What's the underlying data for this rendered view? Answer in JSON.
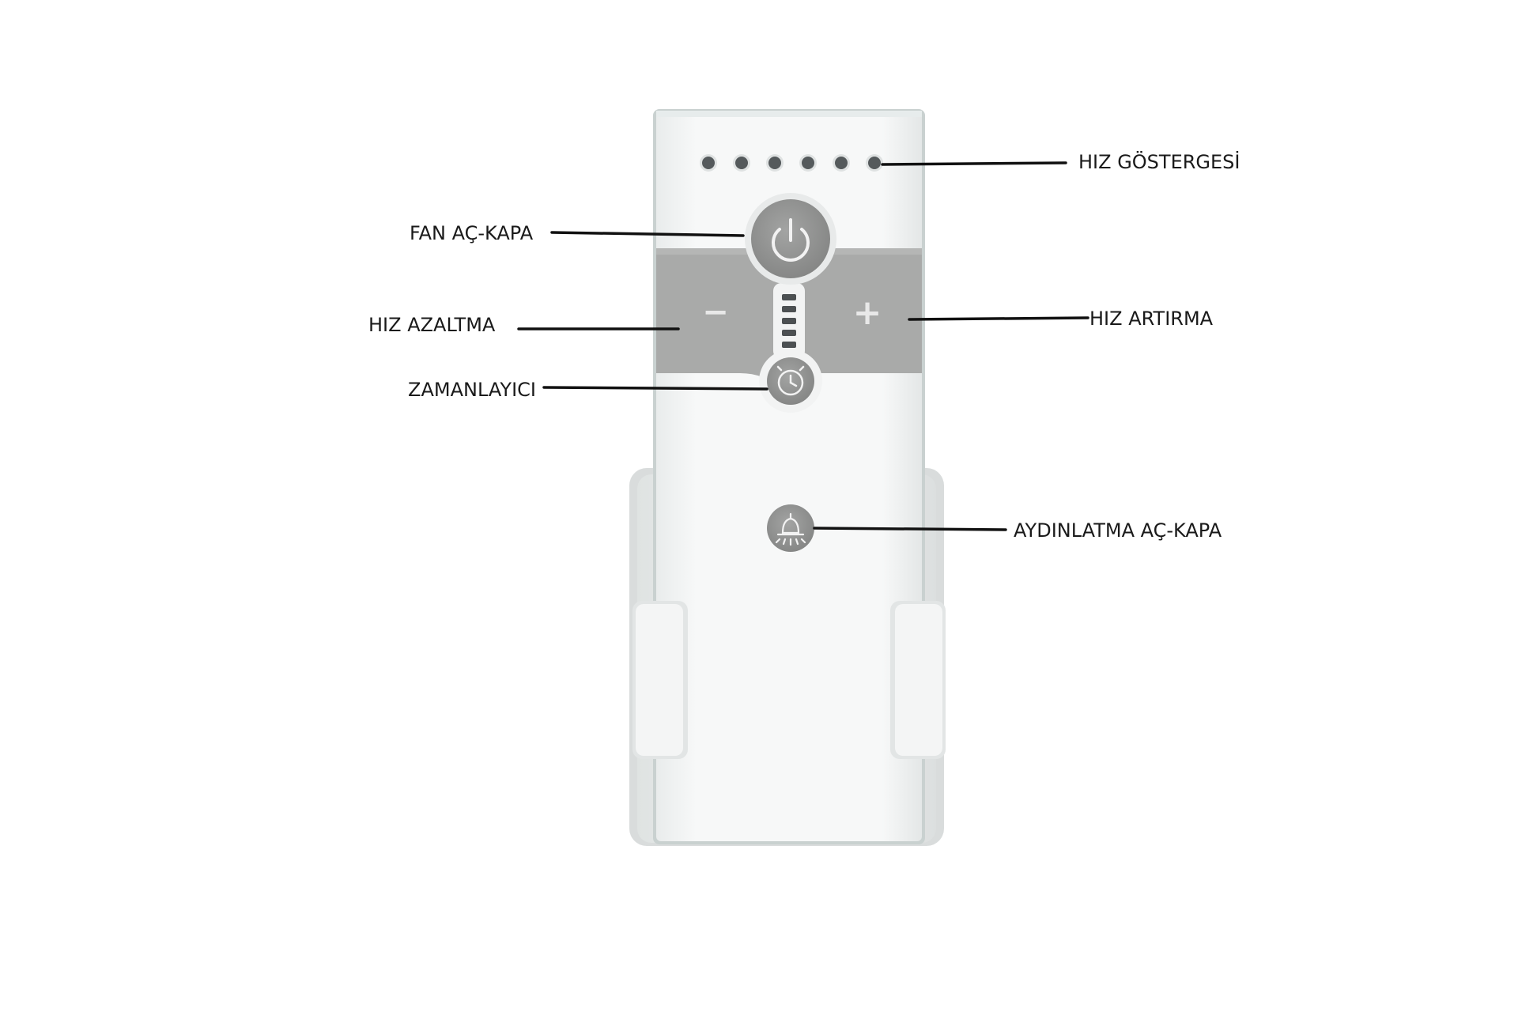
{
  "diagram": {
    "device": "ceiling-fan-remote-control",
    "labels": {
      "speed_indicator": "HIZ GÖSTERGESİ",
      "fan_on_off": "FAN AÇ-KAPA",
      "speed_down": "HIZ AZALTMA",
      "speed_up": "HIZ ARTIRMA",
      "timer": "ZAMANLAYICI",
      "light_on_off": "AYDINLATMA AÇ-KAPA"
    },
    "buttons": {
      "minus_symbol": "−",
      "plus_symbol": "+"
    },
    "indicator_led_count": 6,
    "speed_level_bars": 5,
    "colors": {
      "body": "#f4f5f5",
      "panel": "#a7a8a7",
      "button": "#8f908f",
      "button_light": "#f2f2f2",
      "led": "#555a5c",
      "line": "#111111"
    },
    "icons": [
      "power-icon",
      "clock-icon",
      "light-bulb-icon"
    ]
  }
}
